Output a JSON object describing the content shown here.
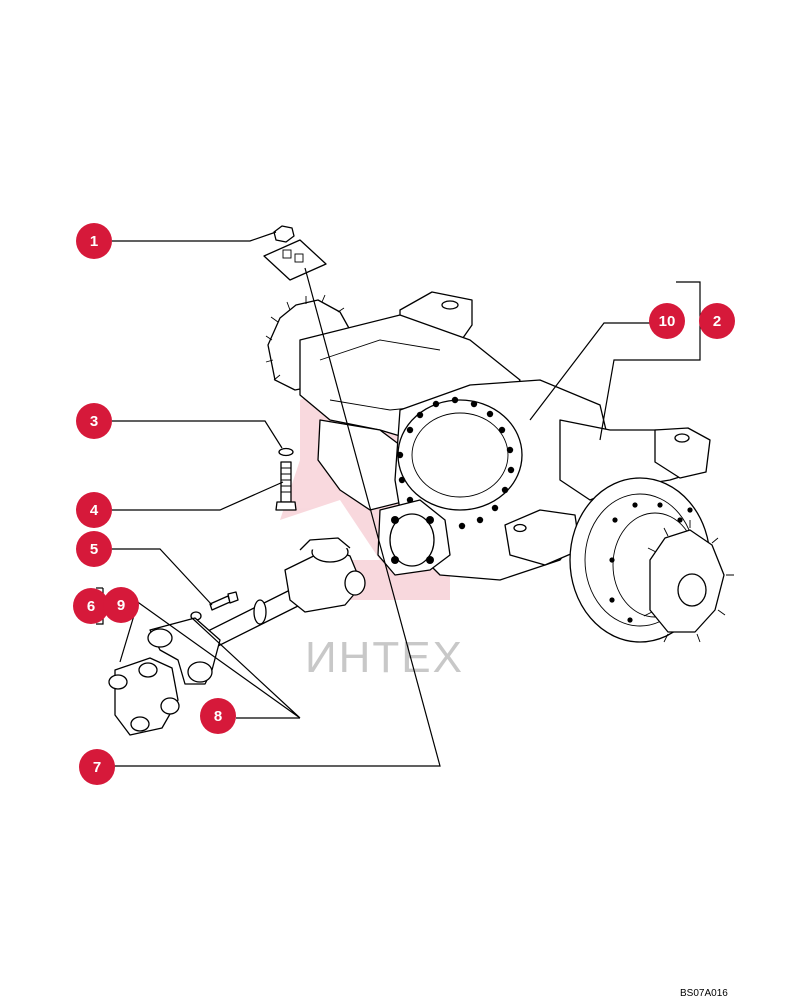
{
  "figure": {
    "watermark": "ИНТЕХ",
    "reference_code": "BS07A016",
    "accent_color": "#d6193a"
  },
  "callouts": [
    {
      "id": "1",
      "label": "1"
    },
    {
      "id": "2",
      "label": "2"
    },
    {
      "id": "3",
      "label": "3"
    },
    {
      "id": "4",
      "label": "4"
    },
    {
      "id": "5",
      "label": "5"
    },
    {
      "id": "6",
      "label": "6"
    },
    {
      "id": "7",
      "label": "7"
    },
    {
      "id": "8",
      "label": "8"
    },
    {
      "id": "9",
      "label": "9"
    },
    {
      "id": "10",
      "label": "10"
    }
  ]
}
